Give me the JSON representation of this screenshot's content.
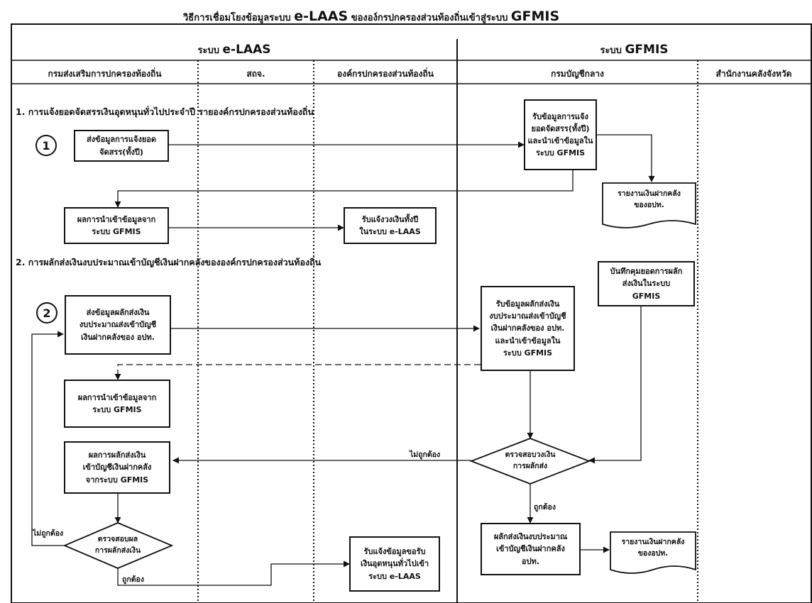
{
  "title": {
    "prefix": "วิธีการเชื่อมโยงข้อมูลระบบ ",
    "elaas": "e-LAAS",
    "middle": " ขององ์กรปกครองส่วนท้องถิ่นเข้าสู่ระบบ ",
    "gfmis": "GFMIS"
  },
  "systems": {
    "elaas": {
      "prefix": "ระบบ ",
      "name": "e-LAAS"
    },
    "gfmis": {
      "prefix": "ระบบ ",
      "name": "GFMIS"
    }
  },
  "lanes": [
    "กรมส่งเสริมการปกครองท้องถิ่น",
    "สถจ.",
    "องค์กรปกครองส่วนท้องถิ่น",
    "กรมบัญชีกลาง",
    "สำนักงานคลังจังหวัด"
  ],
  "sections": {
    "s1": "1. การแจ้งยอดจัดสรรเงินอุดหนุนทั่วไปประจำปี รายองค์กรปกครองส่วนท้องถิ่น",
    "s2": "2. การผลักส่งเงินงบประมาณเข้าบัญชีเงินฝากคลังขององค์กรปกครองส่วนท้องถิ่น"
  },
  "steps": {
    "one": "1",
    "two": "2"
  },
  "boxes": {
    "b1": "ส่งข้อมูลการแจ้งยอด\nจัดสรร(ทั้งปี)",
    "b2": "รับข้อมูลการแจ้ง\nยอดจัดสรร(ทั้งปี)\nและนำเข้าข้อมูลใน\nระบบ GFMIS",
    "b3": "ผลการนำเข้าข้อมูลจาก\nระบบ GFMIS",
    "b4": "รับแจ้งวงเงินทั้งปี\nในระบบ e-LAAS",
    "b5": "ส่งข้อมูลผลักส่งเงิน\nงบประมาณส่งเข้าบัญชี\nเงินฝากคลังของ อปท.",
    "b6": "รับข้อมูลผลักส่งเงิน\nงบประมาณส่งเข้าบัญชี\nเงินฝากคลังของ อปท.\nและนำเข้าข้อมูลใน\nระบบ GFMIS",
    "b7": "บันทึกคุมยอดการผลัก\nส่งเงินในระบบ\nGFMIS",
    "b8": "ผลการนำเข้าข้อมูลจาก\nระบบ GFMIS",
    "b9": "ผลการผลักส่งเงิน\nเข้าบัญชีเงินฝากคลัง\nจากระบบ GFMIS",
    "b10": "รับแจ้งข้อมูลขอรับ\nเงินอุดหนุนทั่วไปเข้า\nระบบ e-LAAS",
    "b11": "ผลักส่งเงินงบประมาณ\nเข้าบัญชีเงินฝากคลัง\nอปท."
  },
  "docs": {
    "d1": "รายงานเงินฝากคลัง\nของอปท.",
    "d2": "รายงานเงินฝากคลัง\nของอปท."
  },
  "decisions": {
    "dec1": "ตรวจสอบวงเงิน\nการผลักส่ง",
    "dec2": "ตรวจสอบผล\nการผลักส่งเงิน"
  },
  "edge_labels": {
    "wrong1": "ไม่ถูกต้อง",
    "right1": "ถูกต้อง",
    "wrong2": "ไม่ถูกต้อง",
    "right2": "ถูกต้อง"
  }
}
